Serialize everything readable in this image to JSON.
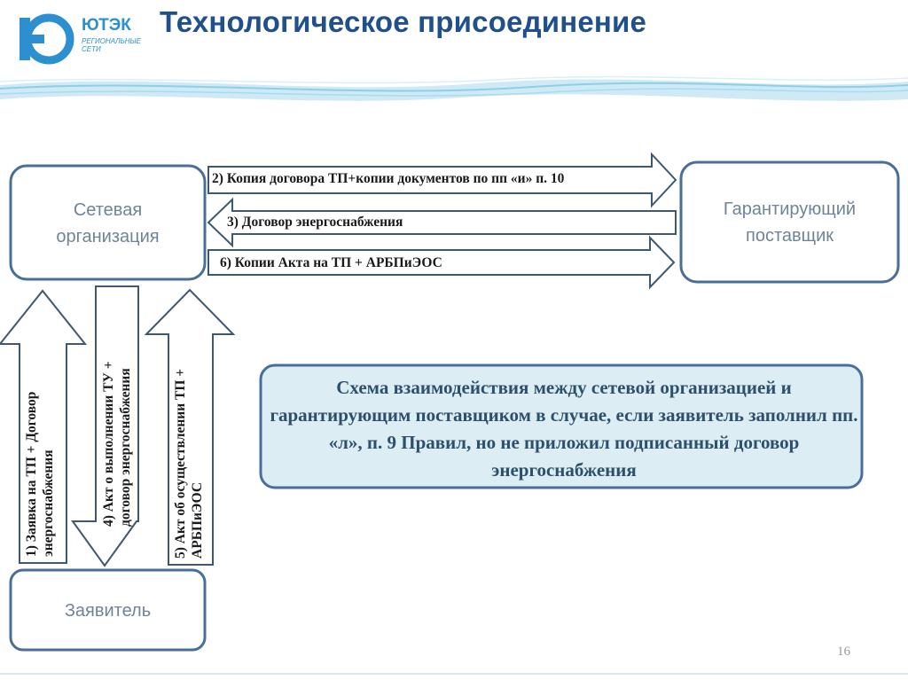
{
  "header": {
    "title": "Технологическое присоединение",
    "logo_name": "ЮТЭК",
    "logo_sub": "РЕГИОНАЛЬНЫЕ СЕТИ"
  },
  "nodes": {
    "network_org": "Сетевая организация",
    "supplier": "Гарантирующий поставщик",
    "applicant": "Заявитель"
  },
  "arrows": {
    "a2": "2) Копия договора ТП+копии документов по пп «и» п. 10",
    "a3": "3) Договор энергоснабжения",
    "a6": "6) Копии Акта на ТП + АРБПиЭОС",
    "a1": [
      "1)  Заявка на ТП + Договор",
      "энергоснабжения"
    ],
    "a4": [
      "4) Акт о выполнении ТУ +",
      "договор энергоснабжения"
    ],
    "a5": [
      "5) Акт об осуществлении ТП +",
      "АРБПиЭОС"
    ]
  },
  "note": "Схема взаимодействия между сетевой организацией и гарантирующим поставщиком в случае, если заявитель заполнил пп. «л», п. 9 Правил, но не приложил подписанный договор энергоснабжения",
  "page_number": "16",
  "colors": {
    "box_border": "#4a6e9a",
    "arrow_border": "#3e5772",
    "note_fill": "#dcedf4",
    "title": "#1f4f8c",
    "wave": "#8ecfe8"
  }
}
